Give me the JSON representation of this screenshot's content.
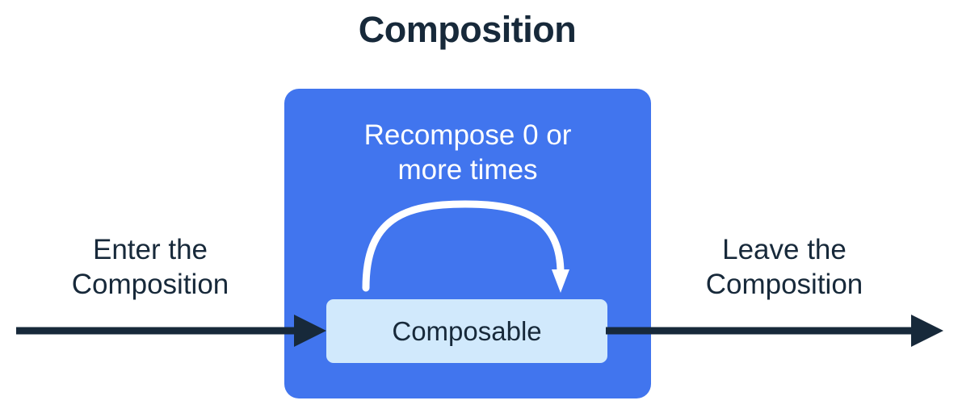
{
  "title": "Composition",
  "colors": {
    "background": "#ffffff",
    "navy": "#17293a",
    "composition_blue": "#4175ee",
    "composable_light_blue": "#d1e9fc",
    "arc_white": "#ffffff"
  },
  "composition": {
    "recompose_label": "Recompose 0 or\nmore times",
    "composable_label": "Composable",
    "recompose_arc_name": "recompose-loop-arrow"
  },
  "flow": {
    "enter": {
      "label": "Enter the\nComposition",
      "arrow_name": "enter-composition-arrow"
    },
    "leave": {
      "label": "Leave the\nComposition",
      "arrow_name": "leave-composition-arrow"
    }
  }
}
